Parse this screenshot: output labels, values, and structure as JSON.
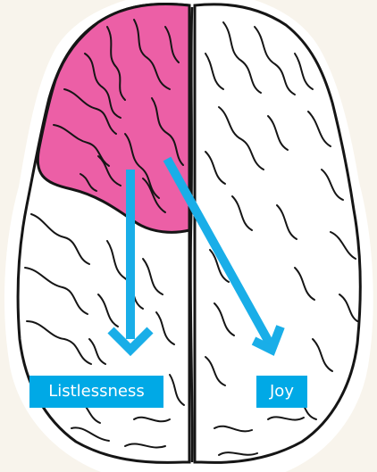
{
  "diagram": {
    "labels": {
      "left_effect": "Listlessness",
      "right_effect": "Joy"
    },
    "colors": {
      "background": "#f8f4ec",
      "highlighted_region": "#ec5fa6",
      "arrow": "#19aee8",
      "label_fill": "#00a9e6",
      "label_text": "#ffffff",
      "outline": "#151515"
    },
    "icons": {
      "brain": "brain-top-view-icon",
      "arrow": "arrow-down-icon"
    },
    "highlighted_region": "left frontal lobe"
  }
}
